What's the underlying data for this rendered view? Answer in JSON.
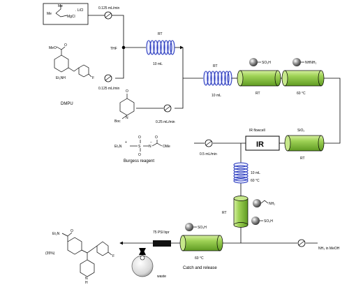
{
  "reagents": {
    "grignard_me": "Me",
    "grignard_me2": "Me",
    "grignard_mgcl": "MgCl",
    "grignard_licl": ". LiCl",
    "ester_meo": "MeO",
    "ester_o": "O",
    "ester_et2nh": "Et₂NH",
    "ester_f": "F",
    "dmpu": "DMPU",
    "ketone_o": "O",
    "ketone_n": "N",
    "ketone_boc": "Boc",
    "burgess_et3n": "Et₃N",
    "burgess_s": "S",
    "burgess_n": "N",
    "burgess_ome": "OMe",
    "burgess_o1": "O",
    "burgess_o2": "O",
    "burgess_o3": "O",
    "burgess_minus": "−",
    "burgess_plus": "+",
    "burgess_reagent": "Burgess reagent",
    "nh3": "NH₃ in MeOH"
  },
  "flows": {
    "grignard": "0.125 mL/min",
    "ester": "0.125 mL/min",
    "ketone": "0.25 mL/min",
    "burgess": "0.5 mL/min"
  },
  "labels": {
    "thf": "THF",
    "rt_coil1": "RT",
    "vol_coil1": "10 mL",
    "rt_coil2": "RT",
    "vol_coil2": "10 mL",
    "rt_col_so3h": "RT",
    "so3h": "SO₃H",
    "nhnh2": "NHNH₂",
    "temp_hydrazine": "60 °C",
    "ir_flowcell": "IR flowcell",
    "ir": "IR",
    "sio2": "SiO₂",
    "rt_sio2": "RT",
    "vol_coil3": "10 mL",
    "temp_coil3": "60 °C",
    "rt_amine_col": "RT",
    "nh2": "NH₂",
    "so3h_scav": "SO₃H",
    "bpr": "75 PSI bpr",
    "so3h_catch": "SO₃H",
    "temp_catch": "60 °C",
    "catch_release": "Catch and release",
    "waste": "waste"
  },
  "product": {
    "et2n": "Et₂N",
    "o": "O",
    "yield": "(35%)",
    "f": "F",
    "nh": "N",
    "h": "H"
  }
}
